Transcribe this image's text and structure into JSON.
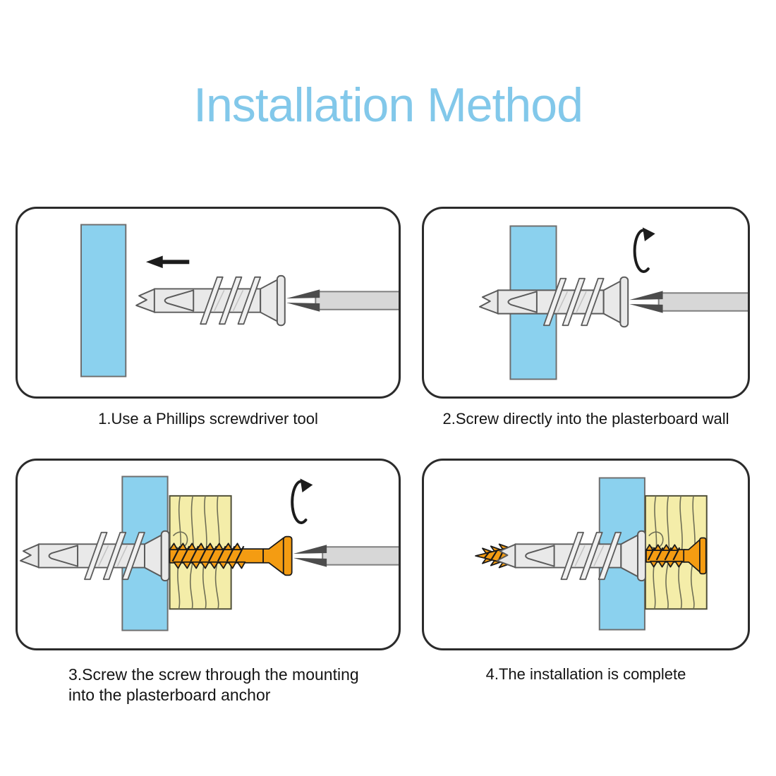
{
  "title": {
    "text": "Installation Method"
  },
  "steps": [
    {
      "caption": "1.Use a Phillips screwdriver tool"
    },
    {
      "caption": "2.Screw directly into the plasterboard wall"
    },
    {
      "caption": "3.Screw the screw through the mounting\ninto the plasterboard anchor"
    },
    {
      "caption": "4.The installation is complete"
    }
  ],
  "icons": {
    "arrow_left": "←",
    "rotate_clockwise": "↻"
  },
  "colors": {
    "title_blue": "#82C8EA",
    "wall_blue": "#8BD1EE",
    "wood_yellow": "#F4EDA9",
    "wood_grain": "#6E6E55",
    "screw_orange": "#F49C12",
    "anchor_gray": "#E9E9E9",
    "driver_gray": "#D7D7D7",
    "driver_tip_dark": "#4C4C4C",
    "outline_gray": "#5A5A5A",
    "ink": "#1C1C1C",
    "panel_border": "#2B2B2B"
  }
}
